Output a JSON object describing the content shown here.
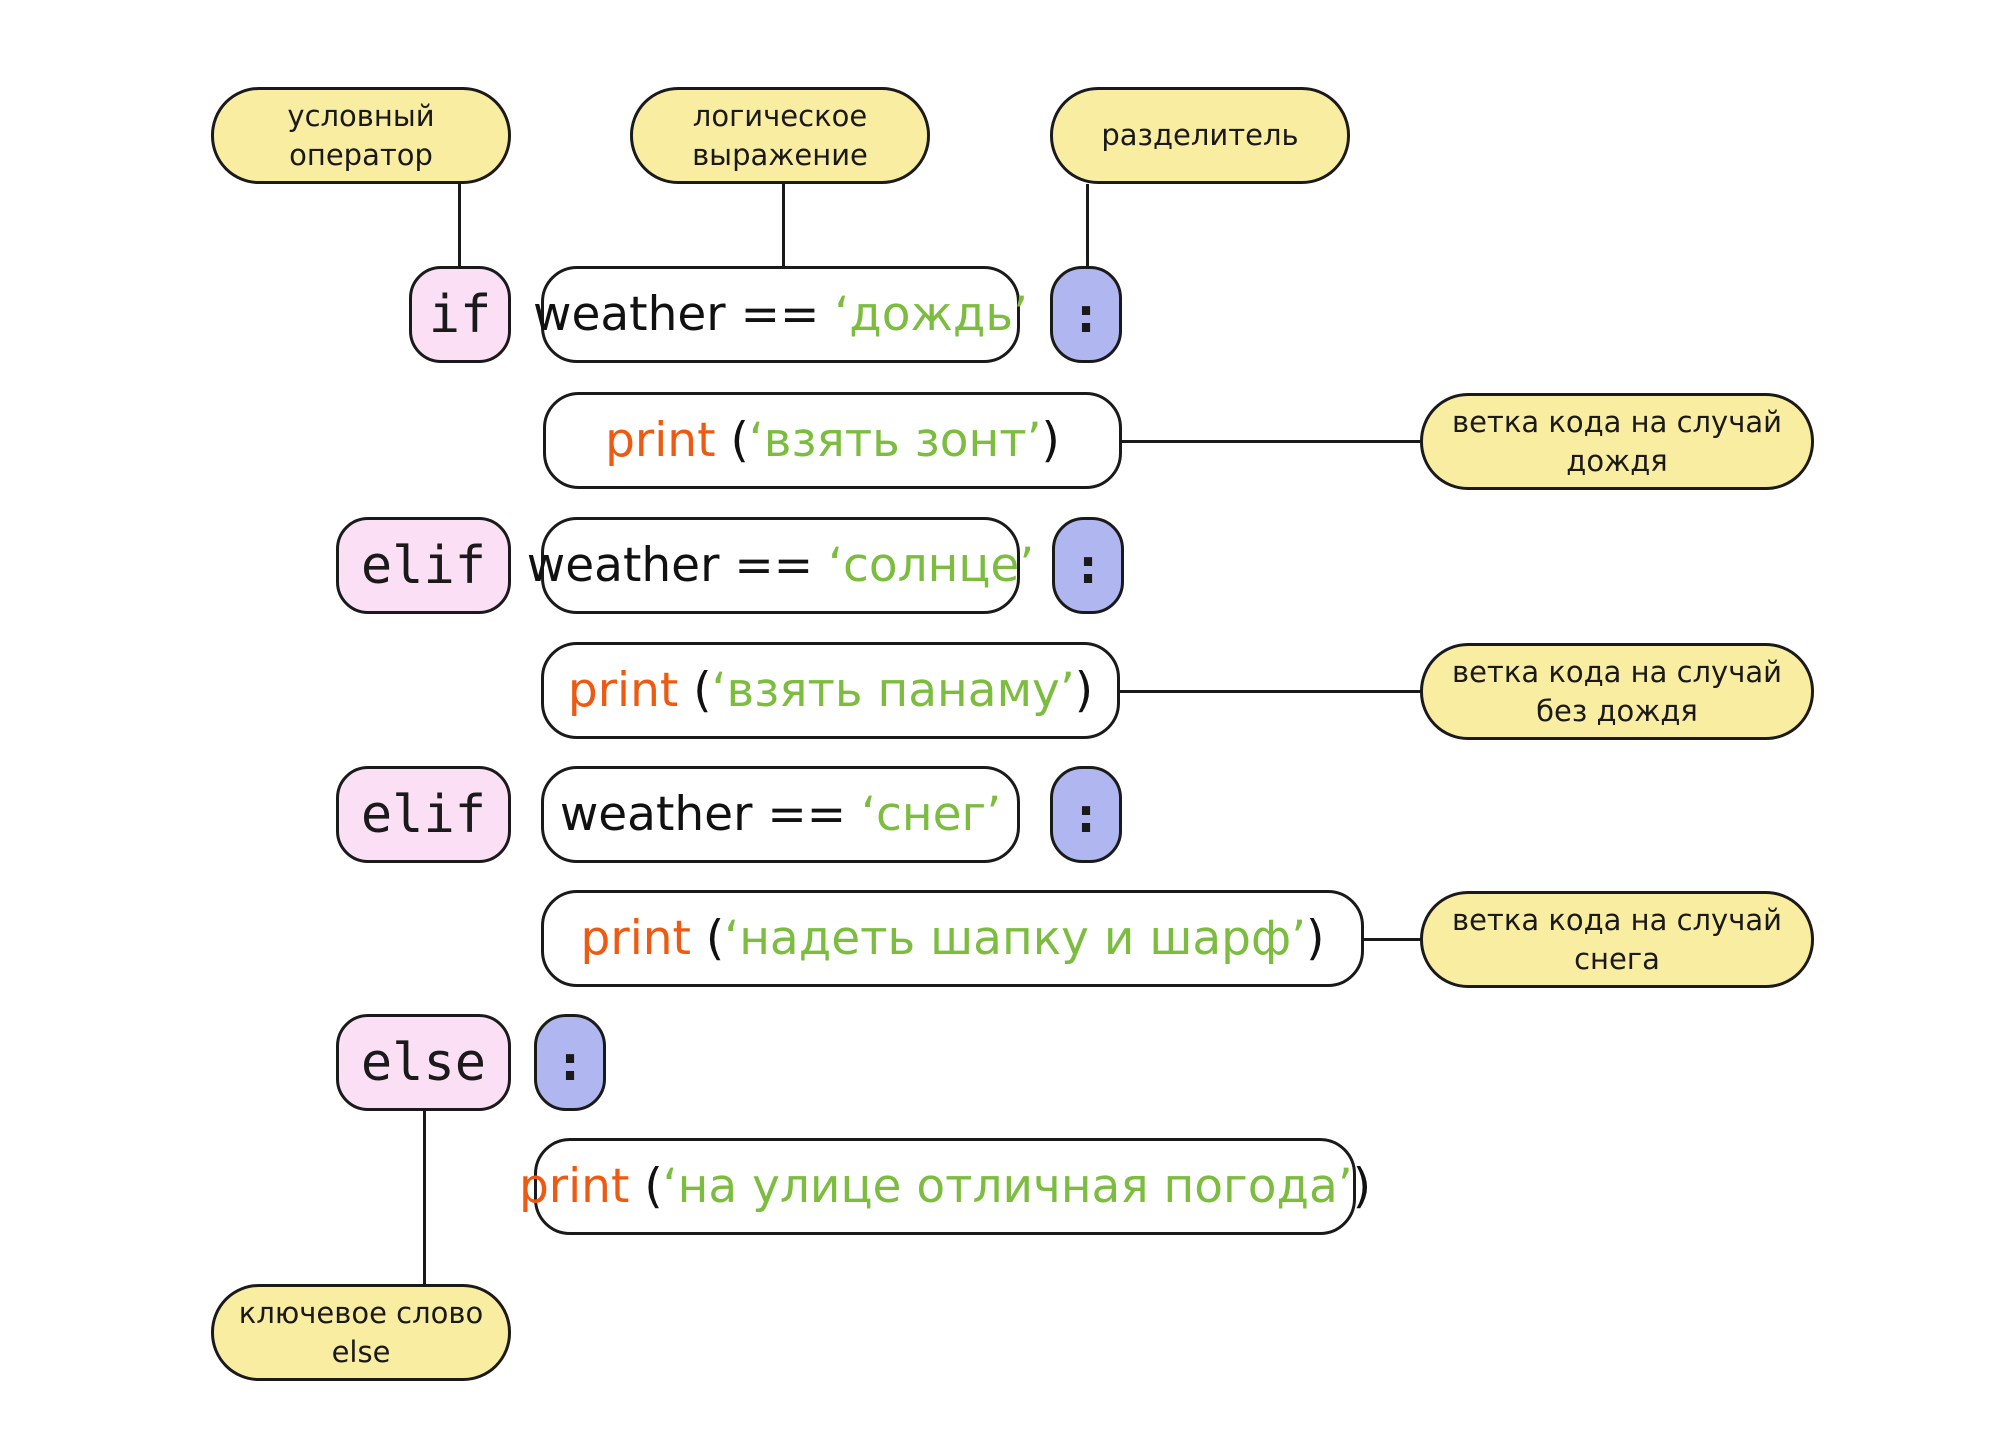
{
  "colors": {
    "annotation_fill": "#f9eda2",
    "keyword_fill": "#fbdff5",
    "separator_fill": "#b0b7f0",
    "function_text": "#ee5a12",
    "string_text": "#7cbd3f"
  },
  "annotations": {
    "conditional_operator": [
      "условный",
      "оператор"
    ],
    "logical_expression": [
      "логическое",
      "выражение"
    ],
    "separator": "разделитель",
    "branch_rain": [
      "ветка кода на случай",
      "дождя"
    ],
    "branch_no_rain": [
      "ветка кода на случай",
      "без дождя"
    ],
    "branch_snow": [
      "ветка кода на случай",
      "снега"
    ],
    "else_keyword": [
      "ключевое слово",
      "else"
    ]
  },
  "code": {
    "row1": {
      "keyword": "if",
      "var": "weather",
      "op": "==",
      "value": "‘дождь’",
      "sep": ":"
    },
    "row2": {
      "func": "print",
      "open": "(",
      "arg": "‘взять зонт’",
      "close": ")"
    },
    "row3": {
      "keyword": "elif",
      "var": "weather",
      "op": "==",
      "value": "‘солнце’",
      "sep": ":"
    },
    "row4": {
      "func": "print",
      "open": "(",
      "arg": "‘взять панаму’",
      "close": ")"
    },
    "row5": {
      "keyword": "elif",
      "var": "weather",
      "op": "==",
      "value": "‘снег’",
      "sep": ":"
    },
    "row6": {
      "func": "print",
      "open": "(",
      "arg": "‘надеть шапку и шарф’",
      "close": ")"
    },
    "row7": {
      "keyword": "else",
      "sep": ":"
    },
    "row8": {
      "func": "print",
      "open": "(",
      "arg": "‘на улице отличная погода’",
      "close": ")"
    }
  }
}
